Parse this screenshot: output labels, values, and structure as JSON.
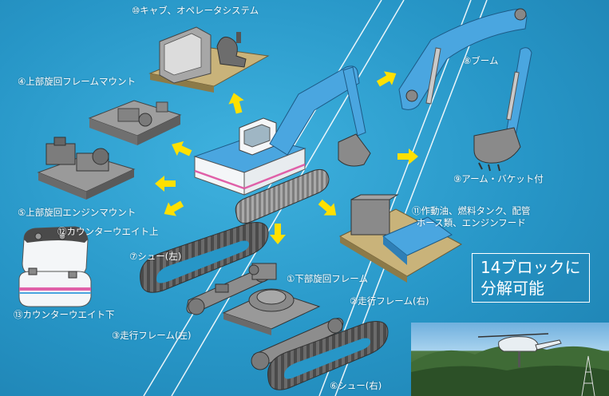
{
  "labels": {
    "l1": "①下部旋回フレーム",
    "l2": "②走行フレーム(右)",
    "l3": "③走行フレーム(左)",
    "l4": "④上部旋回フレームマウント",
    "l5": "⑤上部旋回エンジンマウント",
    "l6": "⑥シュー(右)",
    "l7": "⑦シュー(左)",
    "l8": "⑧ブーム",
    "l9": "⑨アーム・バケット付",
    "l10": "⑩キャブ、オペレータシステム",
    "l11_line1": "⑪作動油、燃料タンク、配管",
    "l11_line2": "ホース類、エンジンフード",
    "l12": "⑫カウンターウエイト上",
    "l13": "⑬カウンターウエイト下"
  },
  "callout": {
    "line1": "14ブロックに",
    "line2": "分解可能"
  },
  "colors": {
    "background": "#2796c7",
    "arrow": "#ffe000",
    "machine_blue": "#4aa6e0",
    "machine_white": "#f4f6f8",
    "stripe_pink": "#e060a8",
    "part_gray": "#8a8a8a",
    "track_dark": "#555555"
  },
  "icons": [
    "arrow-icon",
    "helicopter-icon"
  ]
}
